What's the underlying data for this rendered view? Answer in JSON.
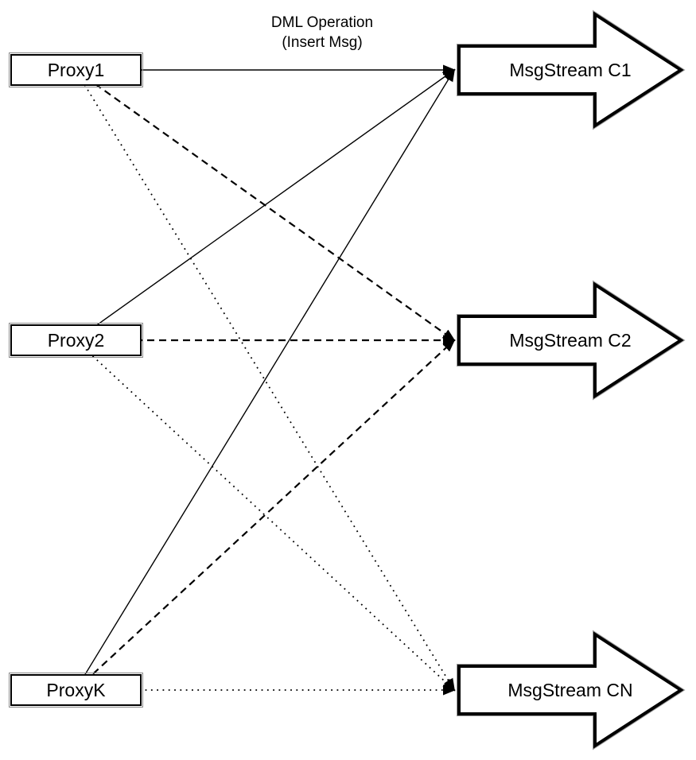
{
  "title": {
    "line1": "DML Operation",
    "line2": "(Insert Msg)"
  },
  "proxies": [
    {
      "id": "proxy1",
      "label": "Proxy1"
    },
    {
      "id": "proxy2",
      "label": "Proxy2"
    },
    {
      "id": "proxyk",
      "label": "ProxyK"
    }
  ],
  "streams": [
    {
      "id": "c1",
      "label": "MsgStream C1"
    },
    {
      "id": "c2",
      "label": "MsgStream C2"
    },
    {
      "id": "cn",
      "label": "MsgStream CN"
    }
  ],
  "connections": [
    {
      "from": "proxy1",
      "to": "c1",
      "style": "solid"
    },
    {
      "from": "proxy1",
      "to": "c2",
      "style": "dashed"
    },
    {
      "from": "proxy1",
      "to": "cn",
      "style": "dotted"
    },
    {
      "from": "proxy2",
      "to": "c1",
      "style": "solid"
    },
    {
      "from": "proxy2",
      "to": "c2",
      "style": "dashed"
    },
    {
      "from": "proxy2",
      "to": "cn",
      "style": "dotted"
    },
    {
      "from": "proxyk",
      "to": "c1",
      "style": "solid"
    },
    {
      "from": "proxyk",
      "to": "c2",
      "style": "dashed"
    },
    {
      "from": "proxyk",
      "to": "cn",
      "style": "dotted"
    }
  ],
  "colors": {
    "stroke": "#000000",
    "background": "#ffffff"
  }
}
